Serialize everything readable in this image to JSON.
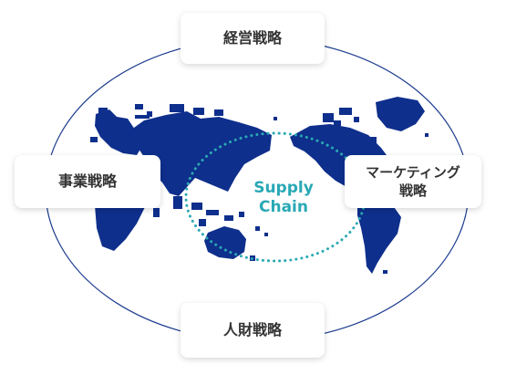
{
  "diagram": {
    "colors": {
      "map": "#0e2f8c",
      "ring": "#1a3a8f",
      "loop": "#2aa9b3",
      "label": "#29a8b5"
    },
    "icon": "world-map",
    "center_label": {
      "line1": "Supply",
      "line2": "Chain"
    },
    "nodes": {
      "top": "経営戦略",
      "left": "事業戦略",
      "right": {
        "line1": "マーケティング",
        "line2": "戦略"
      },
      "bottom": "人財戦略"
    }
  }
}
